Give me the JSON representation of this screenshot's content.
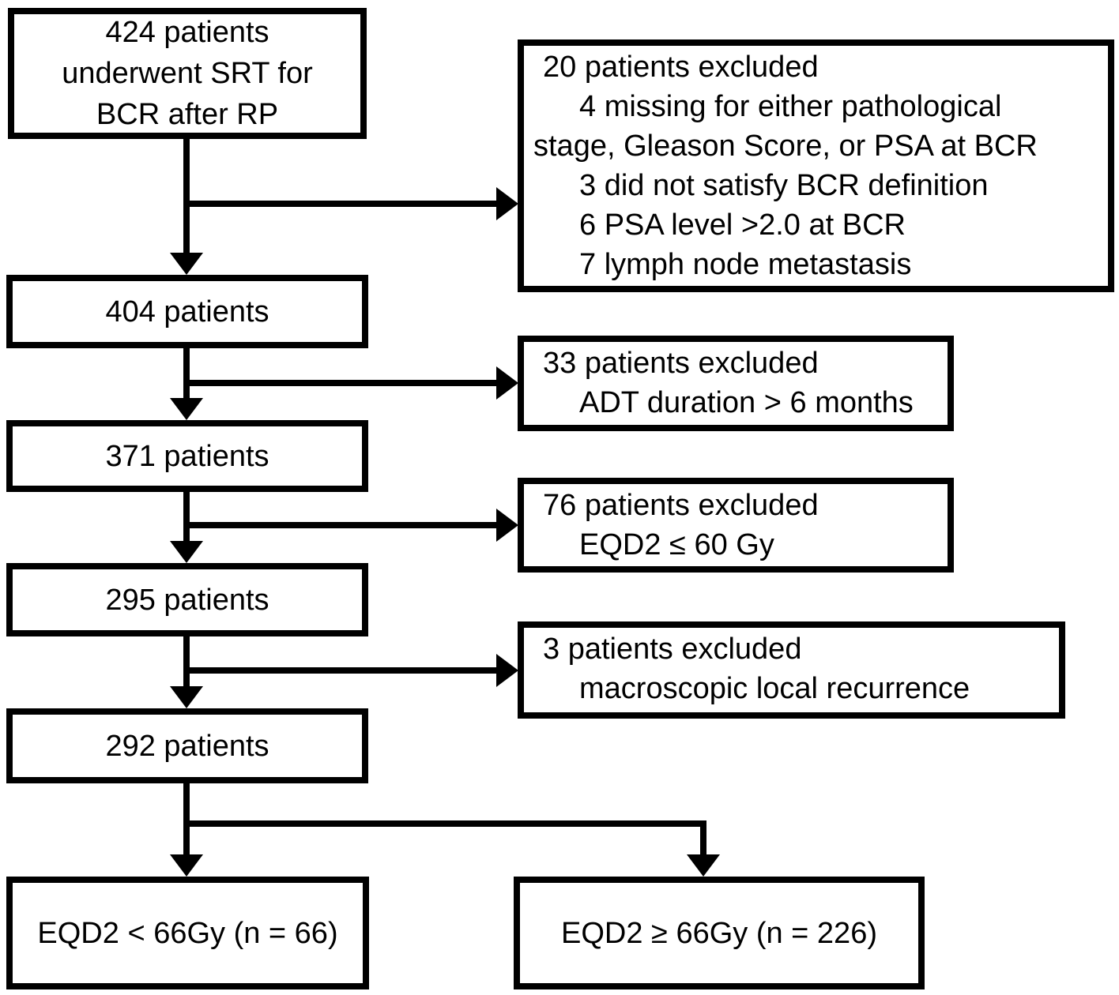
{
  "diagram": {
    "type": "patient-flowchart",
    "background_color": "#ffffff",
    "line_color": "#000000",
    "text_color": "#000000"
  },
  "flow": {
    "box_424": {
      "lines": [
        "424 patients",
        "underwent SRT for",
        "BCR after RP"
      ]
    },
    "box_404": {
      "label": "404 patients"
    },
    "box_371": {
      "label": "371 patients"
    },
    "box_295": {
      "label": "295 patients"
    },
    "box_292": {
      "label": "292 patients"
    },
    "box_eqd2_lt66": {
      "label": "EQD2 < 66Gy (n = 66)"
    },
    "box_eqd2_ge66": {
      "label": "EQD2 ≥ 66Gy (n = 226)"
    }
  },
  "exclusions": {
    "excl_20": {
      "lines": [
        "20 patients excluded",
        "4 missing for either pathological",
        "stage, Gleason Score, or PSA at BCR",
        "3 did not satisfy BCR definition",
        "6 PSA level >2.0 at BCR",
        "7 lymph node metastasis"
      ]
    },
    "excl_33": {
      "lines": [
        "33 patients excluded",
        "ADT duration > 6 months"
      ]
    },
    "excl_76": {
      "lines": [
        "76 patients excluded",
        "EQD2 ≤ 60 Gy"
      ]
    },
    "excl_3": {
      "lines": [
        "3 patients excluded",
        "macroscopic local recurrence"
      ]
    }
  }
}
